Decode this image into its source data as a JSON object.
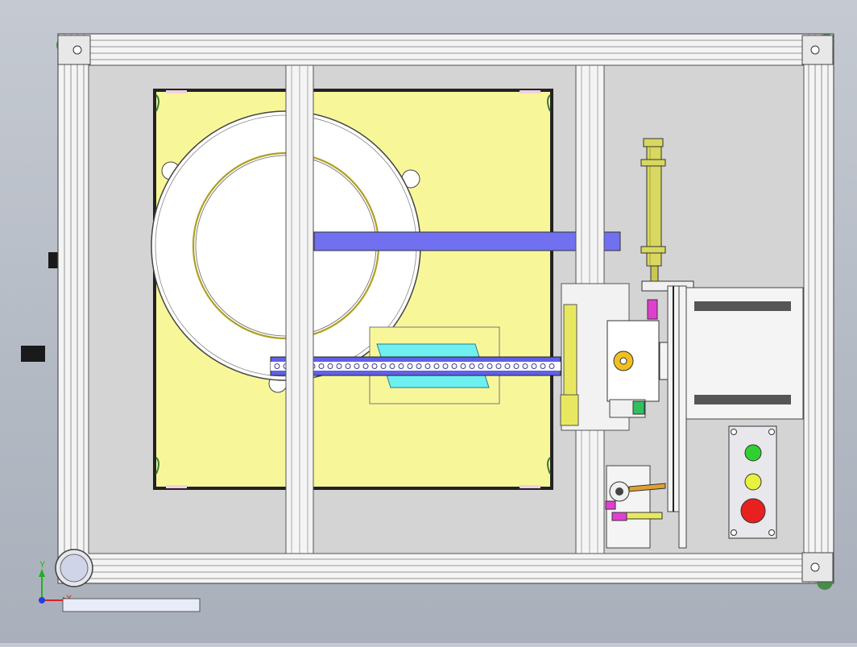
{
  "app": {
    "view_kind": "cad-assembly-top-view"
  },
  "triad": {
    "x_label": "X",
    "y_label": "Y",
    "x_color": "#e02020",
    "y_color": "#20b020",
    "z_color": "#2040e0"
  },
  "colors": {
    "frame": "#f4f4f4",
    "frame_edge": "#555555",
    "floor": "#d4d4d4",
    "plate": "#f7f79a",
    "cylinder": "#d8d860",
    "blue_bar": "#7070f0",
    "track": "#6060e8",
    "cyan_part": "#6ef0f0",
    "light_green": "#30d030",
    "light_yellow": "#e8f040",
    "light_red": "#e82020",
    "magenta_fitting": "#e040d0"
  },
  "icons": {
    "control_panel": [
      "green-indicator-light",
      "yellow-indicator-light",
      "red-stop-button"
    ],
    "triad": "coordinate-triad-icon"
  }
}
